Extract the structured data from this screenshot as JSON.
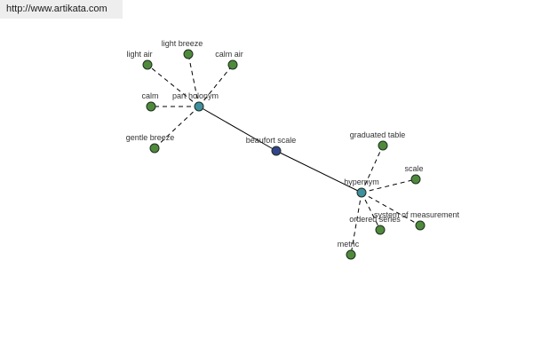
{
  "banner": {
    "url": "http://www.artikata.com"
  },
  "colors": {
    "leaf_node": "#4f8a3c",
    "hub_node": "#3f8f9f",
    "center_node": "#34448c",
    "node_stroke": "#1e2e1e",
    "edge": "#000000"
  },
  "graph": {
    "nodes": [
      {
        "id": "center",
        "label": "beaufort scale",
        "kind": "center"
      },
      {
        "id": "holonym",
        "label": "part holonym",
        "kind": "hub"
      },
      {
        "id": "hypernym",
        "label": "hypernym",
        "kind": "hub"
      },
      {
        "id": "light-air",
        "label": "light air",
        "kind": "leaf"
      },
      {
        "id": "light-breeze",
        "label": "light breeze",
        "kind": "leaf"
      },
      {
        "id": "calm-air",
        "label": "calm air",
        "kind": "leaf"
      },
      {
        "id": "calm",
        "label": "calm",
        "kind": "leaf"
      },
      {
        "id": "gentle-breeze",
        "label": "gentle breeze",
        "kind": "leaf"
      },
      {
        "id": "graduated-table",
        "label": "graduated table",
        "kind": "leaf"
      },
      {
        "id": "scale",
        "label": "scale",
        "kind": "leaf"
      },
      {
        "id": "system-of-measurement",
        "label": "system of measurement",
        "kind": "leaf"
      },
      {
        "id": "ordered-series",
        "label": "ordered series",
        "kind": "leaf"
      },
      {
        "id": "metric",
        "label": "metric",
        "kind": "leaf"
      }
    ],
    "edges": [
      {
        "from": "center",
        "to": "holonym",
        "style": "solid"
      },
      {
        "from": "center",
        "to": "hypernym",
        "style": "solid"
      },
      {
        "from": "holonym",
        "to": "light-air",
        "style": "dashed"
      },
      {
        "from": "holonym",
        "to": "light-breeze",
        "style": "dashed"
      },
      {
        "from": "holonym",
        "to": "calm-air",
        "style": "dashed"
      },
      {
        "from": "holonym",
        "to": "calm",
        "style": "dashed"
      },
      {
        "from": "holonym",
        "to": "gentle-breeze",
        "style": "dashed"
      },
      {
        "from": "hypernym",
        "to": "graduated-table",
        "style": "dashed"
      },
      {
        "from": "hypernym",
        "to": "scale",
        "style": "dashed"
      },
      {
        "from": "hypernym",
        "to": "system-of-measurement",
        "style": "dashed"
      },
      {
        "from": "hypernym",
        "to": "ordered-series",
        "style": "dashed"
      },
      {
        "from": "hypernym",
        "to": "metric",
        "style": "dashed"
      }
    ]
  }
}
